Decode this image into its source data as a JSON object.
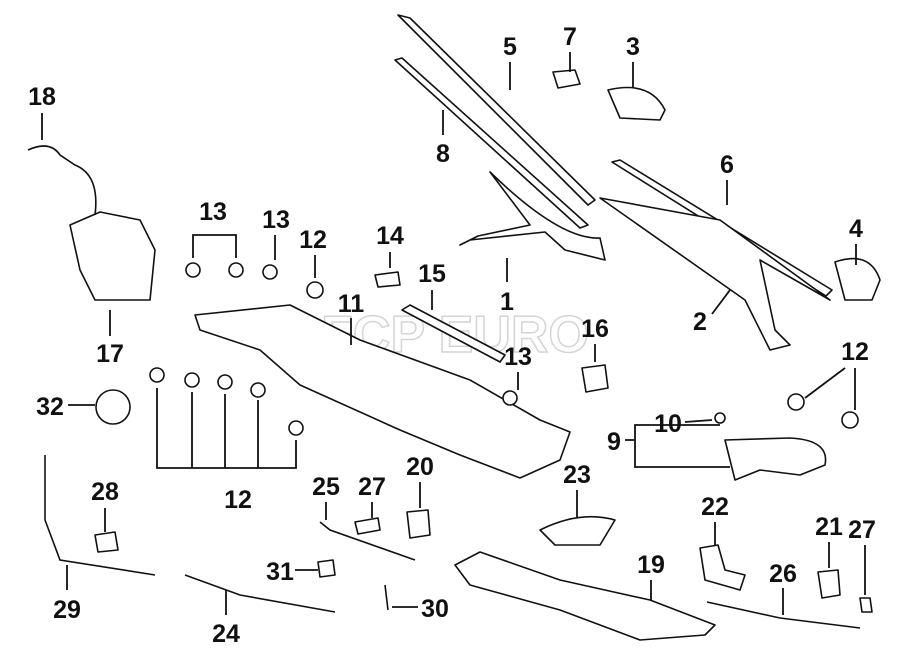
{
  "watermark": "FCP EURO",
  "callouts": [
    {
      "id": "18",
      "text": "18"
    },
    {
      "id": "17",
      "text": "17"
    },
    {
      "id": "13a",
      "text": "13"
    },
    {
      "id": "13b",
      "text": "13"
    },
    {
      "id": "12a",
      "text": "12"
    },
    {
      "id": "14",
      "text": "14"
    },
    {
      "id": "15",
      "text": "15"
    },
    {
      "id": "11",
      "text": "11"
    },
    {
      "id": "16",
      "text": "16"
    },
    {
      "id": "13c",
      "text": "13"
    },
    {
      "id": "5",
      "text": "5"
    },
    {
      "id": "7",
      "text": "7"
    },
    {
      "id": "3",
      "text": "3"
    },
    {
      "id": "8",
      "text": "8"
    },
    {
      "id": "6",
      "text": "6"
    },
    {
      "id": "4",
      "text": "4"
    },
    {
      "id": "1",
      "text": "1"
    },
    {
      "id": "2",
      "text": "2"
    },
    {
      "id": "12b",
      "text": "12"
    },
    {
      "id": "32",
      "text": "32"
    },
    {
      "id": "12c",
      "text": "12"
    },
    {
      "id": "10",
      "text": "10"
    },
    {
      "id": "9",
      "text": "9"
    },
    {
      "id": "23",
      "text": "23"
    },
    {
      "id": "25",
      "text": "25"
    },
    {
      "id": "27a",
      "text": "27"
    },
    {
      "id": "20",
      "text": "20"
    },
    {
      "id": "28",
      "text": "28"
    },
    {
      "id": "22",
      "text": "22"
    },
    {
      "id": "21",
      "text": "21"
    },
    {
      "id": "27b",
      "text": "27"
    },
    {
      "id": "19",
      "text": "19"
    },
    {
      "id": "26",
      "text": "26"
    },
    {
      "id": "31",
      "text": "31"
    },
    {
      "id": "29",
      "text": "29"
    },
    {
      "id": "24",
      "text": "24"
    },
    {
      "id": "30",
      "text": "30"
    }
  ]
}
